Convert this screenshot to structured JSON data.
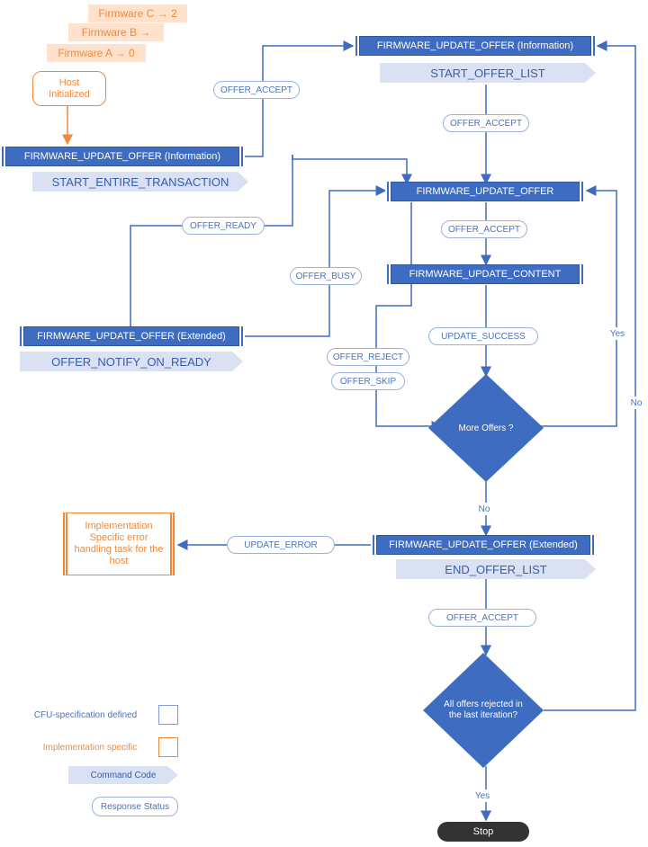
{
  "firmware_list": [
    "Firmware C → 2",
    "Firmware B →",
    "Firmware A → 0"
  ],
  "host_initialized": "Host Initialized",
  "commands": {
    "offer_info_start": "FIRMWARE_UPDATE_OFFER (Information)",
    "offer_info_entire": "FIRMWARE_UPDATE_OFFER (Information)",
    "offer": "FIRMWARE_UPDATE_OFFER",
    "content": "FIRMWARE_UPDATE_CONTENT",
    "offer_extended_notify": "FIRMWARE_UPDATE_OFFER (Extended)",
    "offer_extended_end": "FIRMWARE_UPDATE_OFFER (Extended)"
  },
  "codes": {
    "start_offer_list": "START_OFFER_LIST",
    "start_entire_transaction": "START_ENTIRE_TRANSACTION",
    "offer_notify_on_ready": "OFFER_NOTIFY_ON_READY",
    "end_offer_list": "END_OFFER_LIST"
  },
  "statuses": {
    "accept_entire": "OFFER_ACCEPT",
    "accept_start": "OFFER_ACCEPT",
    "accept_offer": "OFFER_ACCEPT",
    "ready": "OFFER_READY",
    "busy": "OFFER_BUSY",
    "reject": "OFFER_REJECT",
    "skip": "OFFER_SKIP",
    "update_success": "UPDATE_SUCCESS",
    "update_error": "UPDATE_ERROR",
    "accept_end": "OFFER_ACCEPT"
  },
  "decisions": {
    "more_offers": "More Offers ?",
    "all_rejected": "All offers rejected in the last iteration?"
  },
  "edge_labels": {
    "yes_loop": "Yes",
    "no_loop": "No",
    "no_down": "No",
    "yes_down": "Yes"
  },
  "error_task": "Implementation Specific error handling task for the host",
  "stop": "Stop",
  "legend": {
    "cfu_defined": "CFU-specification defined",
    "impl_specific": "Implementation specific",
    "command_code": "Command Code",
    "response_status": "Response Status"
  },
  "colors": {
    "blue": "#3d6cc0",
    "orange": "#ef8a3c",
    "light_blue": "#d9e1f3",
    "stop": "#333333"
  }
}
